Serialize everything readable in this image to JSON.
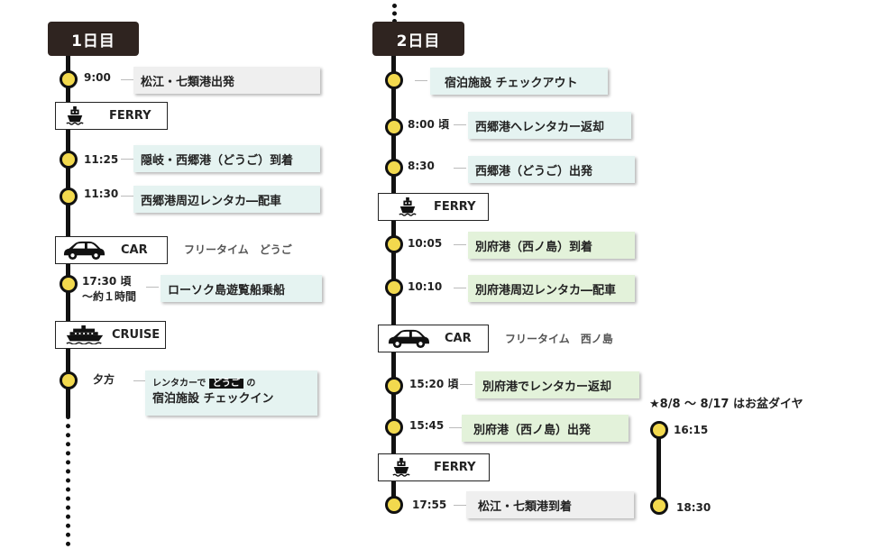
{
  "day1": {
    "header": "1日目",
    "stops": [
      {
        "time": "9:00",
        "card": "松江・七類港出発"
      },
      {
        "time": "11:25",
        "card": "隠岐・西郷港（どうご）到着"
      },
      {
        "time": "11:30",
        "card": "西郷港周辺レンタカ―配車"
      },
      {
        "time_line1": "17:30 頃",
        "time_line2": "～約１時間",
        "card": "ローソク島遊覧船乗船"
      },
      {
        "time": "夕方",
        "card_line1_pre": "レンタカーで",
        "card_line1_hl": "どうご",
        "card_line1_post": "の",
        "card_line2": "宿泊施設 チェックイン"
      }
    ],
    "transports": [
      {
        "icon": "ferry-icon",
        "label": "FERRY"
      },
      {
        "icon": "car-icon",
        "label": "CAR",
        "note": "フリータイム　どうご"
      },
      {
        "icon": "cruise-ship-icon",
        "label": "CRUISE"
      }
    ]
  },
  "day2": {
    "header": "2日目",
    "stops": [
      {
        "time": "",
        "card": "宿泊施設 チェックアウト"
      },
      {
        "time": "8:00 頃",
        "card": "西郷港へレンタカー返却"
      },
      {
        "time": "8:30",
        "card": "西郷港（どうご）出発"
      },
      {
        "time": "10:05",
        "card": "別府港（西ノ島）到着"
      },
      {
        "time": "10:10",
        "card": "別府港周辺レンタカ―配車"
      },
      {
        "time": "15:20 頃",
        "card": "別府港でレンタカー返却"
      },
      {
        "time": "15:45",
        "card": "別府港（西ノ島）出発"
      },
      {
        "time": "17:55",
        "card": "松江・七類港到着"
      }
    ],
    "transports": [
      {
        "icon": "ferry-icon",
        "label": "FERRY"
      },
      {
        "icon": "car-icon",
        "label": "CAR",
        "note": "フリータイム　西ノ島"
      },
      {
        "icon": "ferry-icon",
        "label": "FERRY"
      }
    ],
    "obon": {
      "note": "★8/8 ～ 8/17 はお盆ダイヤ",
      "depart": "16:15",
      "arrive": "18:30"
    }
  },
  "colors": {
    "node": "#f2d94e",
    "header_bg": "#2f2420"
  }
}
